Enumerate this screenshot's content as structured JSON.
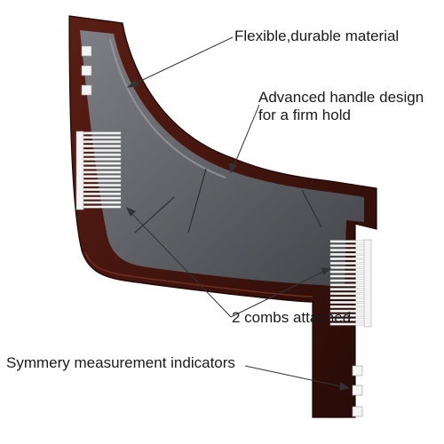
{
  "callouts": {
    "flexible": "Flexible,durable material",
    "handle_line1": "Advanced handle design",
    "handle_line2": "for a firm hold",
    "combs": "2 combs attached",
    "symmetry": "Symmery measurement indicators"
  },
  "colors": {
    "frame": "#3a1410",
    "frame_edge": "#5a1e14",
    "glass": "#6b6f74",
    "glass_dark": "#3e4146",
    "comb": "#f4f4f4",
    "leader_line": "#333333",
    "label_text": "#1a1a1a"
  }
}
